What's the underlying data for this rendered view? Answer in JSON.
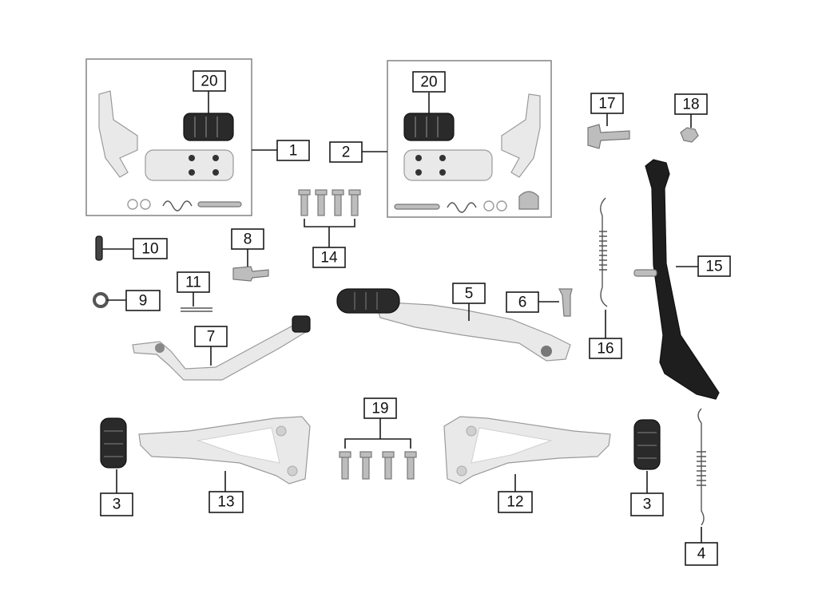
{
  "callouts": {
    "c1": "1",
    "c2": "2",
    "c3a": "3",
    "c3b": "3",
    "c4": "4",
    "c5": "5",
    "c6": "6",
    "c7": "7",
    "c8": "8",
    "c9": "9",
    "c10": "10",
    "c11": "11",
    "c12": "12",
    "c13": "13",
    "c14": "14",
    "c15": "15",
    "c16": "16",
    "c17": "17",
    "c18": "18",
    "c19": "19",
    "c20a": "20",
    "c20b": "20"
  },
  "colors": {
    "frame": "#8a8a8a",
    "rubber": "#2a2a2a",
    "aluminium": "#e9e9e9",
    "stand": "#1e1e1e"
  }
}
